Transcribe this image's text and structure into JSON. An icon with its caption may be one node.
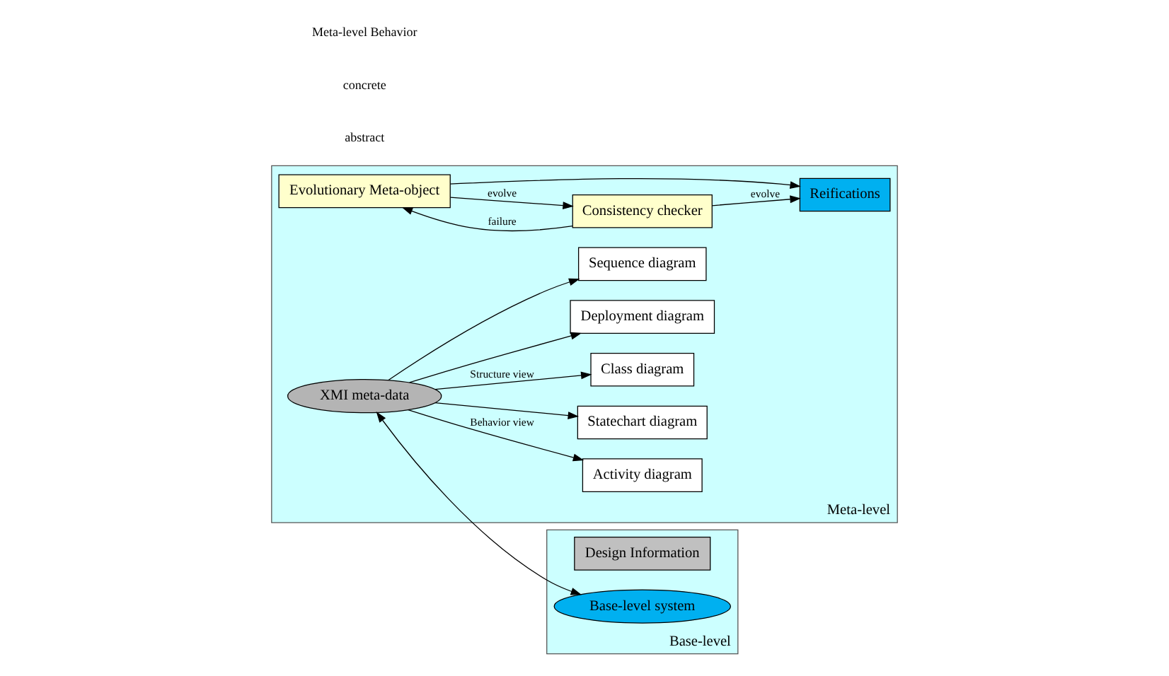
{
  "diagram": {
    "nodes": [
      {
        "text": [
          "Meta-level"
        ]
      },
      {
        "text": [
          "Evolutionary Meta-object"
        ],
        "in": 0
      },
      {
        "text": [
          "Consistency checker"
        ],
        "in": 0
      },
      {
        "text": [
          "Reifications"
        ],
        "in": 0
      },
      {
        "text": [
          "XMI meta-data"
        ],
        "in": 0
      },
      {
        "text": [
          "Class diagram"
        ],
        "in": 0
      },
      {
        "text": [
          "Deployment diagram"
        ],
        "in": 0
      },
      {
        "text": [
          "Sequence diagram"
        ],
        "in": 0
      },
      {
        "text": [
          "Activity diagram"
        ],
        "in": 0
      },
      {
        "text": [
          "Statechart diagram"
        ],
        "in": 0
      },
      {
        "text": [
          "Base-level"
        ]
      },
      {
        "text": [
          "Design Information"
        ],
        "in": 10
      },
      {
        "text": [
          "Base-level system"
        ],
        "in": 10
      }
    ],
    "edges": [
      {
        "from": 2,
        "to": 1,
        "arrow": "to",
        "label": "failure"
      },
      {
        "from": 1,
        "to": 2,
        "arrow": "to",
        "label": "evolve"
      },
      {
        "from": 1,
        "to": 3,
        "arrow": "to"
      },
      {
        "from": 2,
        "to": 3,
        "arrow": "to",
        "label": "evolve"
      },
      {
        "from": 4,
        "to": 5,
        "arrow": "to",
        "label": "Structure view"
      },
      {
        "from": 4,
        "to": 6,
        "arrow": "to"
      },
      {
        "from": 4,
        "to": 7,
        "arrow": "to"
      },
      {
        "from": 4,
        "to": 8,
        "arrow": "to",
        "label": "Behavior view"
      },
      {
        "from": 4,
        "to": 9,
        "arrow": "to"
      },
      {
        "from": 4,
        "to": 12,
        "arrow": "both"
      }
    ],
    "labels": [
      "abstract",
      "concrete",
      "Meta-level Behavior"
    ]
  }
}
